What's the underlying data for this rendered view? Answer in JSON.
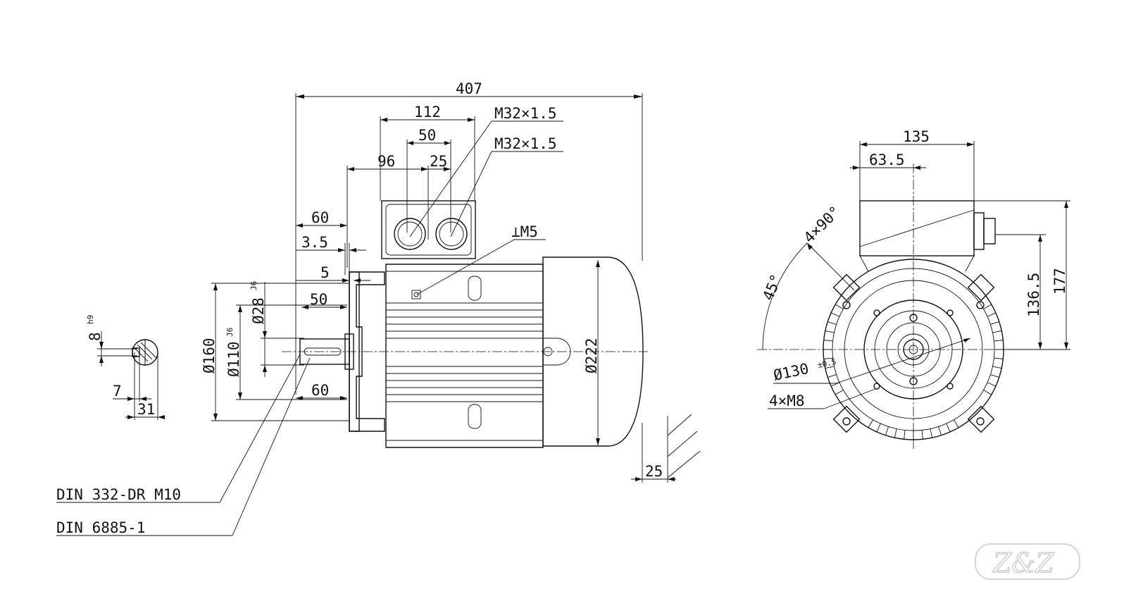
{
  "side_view": {
    "overall_length": "407",
    "terminal_box_width": "112",
    "gland_spacing": "50",
    "to_box_center": "96",
    "box_offset": "25",
    "gland_thread_1": "M32×1.5",
    "gland_thread_2": "M32×1.5",
    "earth_thread": "⊥M5",
    "shaft_length_60": "60",
    "shoulder_3_5": "3.5",
    "shoulder_5": "5",
    "shaft_50": "50",
    "shaft_diameter": "Ø28",
    "shaft_tol": "J6",
    "flange_pcd": "Ø160",
    "spigot_diameter": "Ø110",
    "spigot_tol": "J6",
    "bottom_60": "60",
    "frame_diameter": "Ø222",
    "spigot_depth": "25",
    "center_hole_note": "DIN 332-DR M10",
    "key_note": "DIN 6885-1"
  },
  "key_section": {
    "key_width": "8",
    "key_tol": "h9",
    "key_depth": "7",
    "shaft_height": "31"
  },
  "end_view": {
    "box_width": "135",
    "box_offset": "63.5",
    "height_136_5": "136.5",
    "height_177": "177",
    "bolt_pattern": "4×90°",
    "angle": "45°",
    "spigot_dia": "Ø130",
    "spigot_tol": "±0.5",
    "holes": "4×M8"
  },
  "watermark": "Z&Z"
}
